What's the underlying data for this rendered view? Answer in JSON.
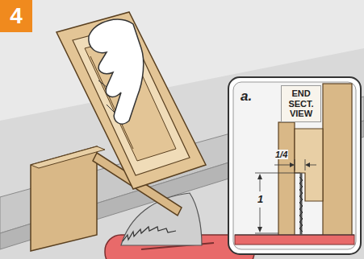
{
  "diagram": {
    "nodes": [
      {
        "text": [
          "4"
        ]
      },
      {
        "text": [
          "END SECT. VIEW"
        ]
      }
    ],
    "labels": [
      "a.",
      "1/4",
      "1"
    ]
  }
}
